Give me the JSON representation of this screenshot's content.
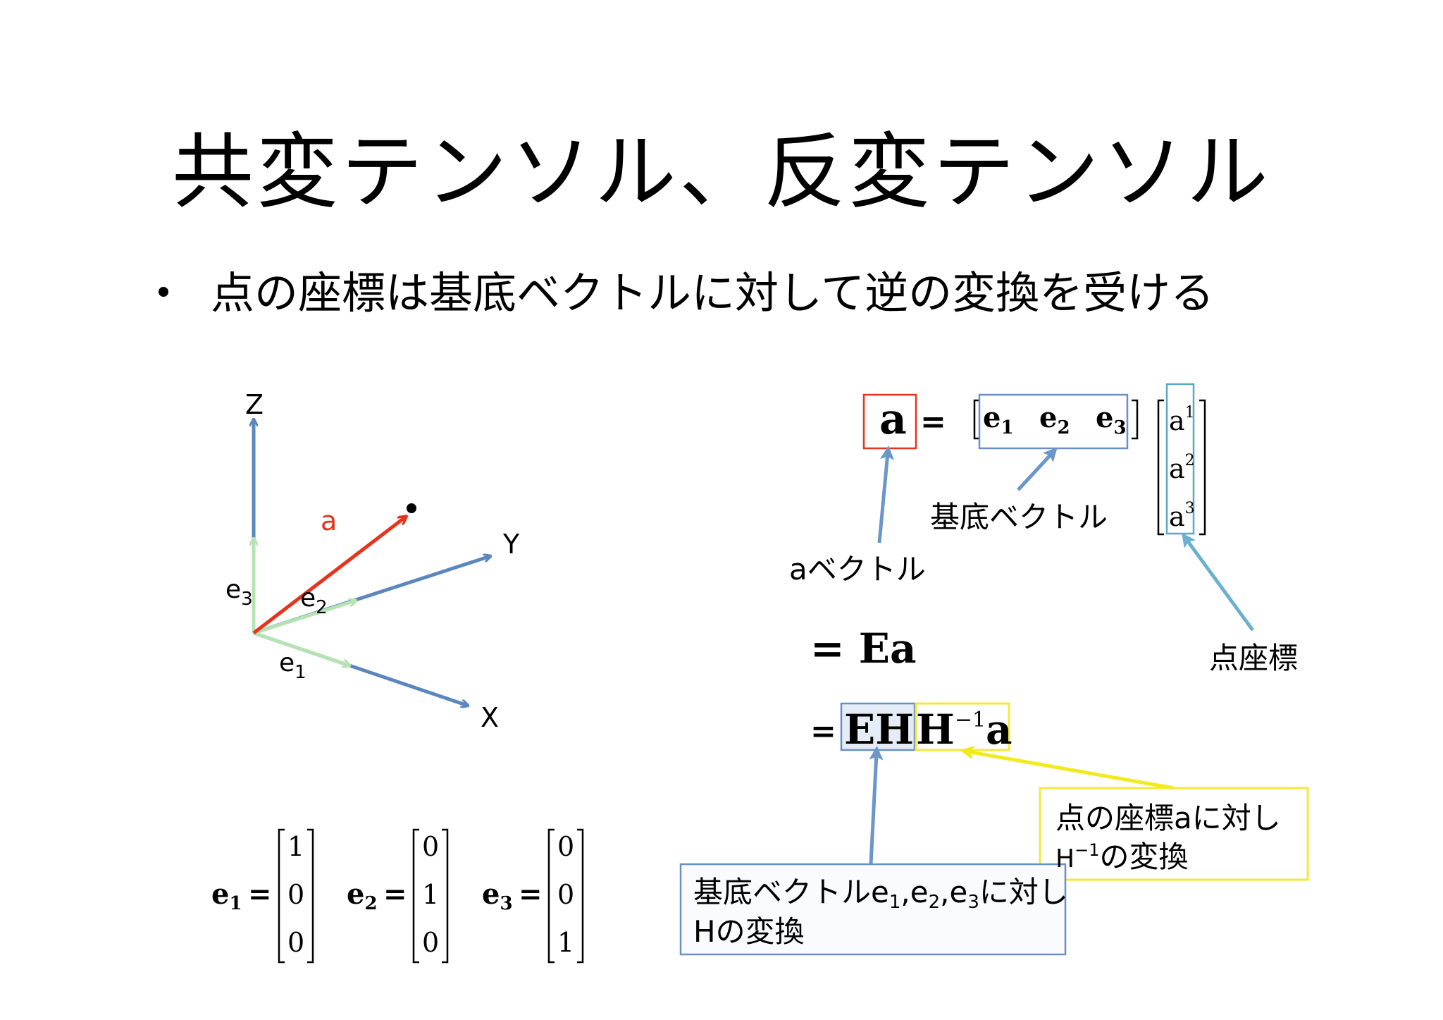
{
  "title": "共変テンソル、反変テンソル",
  "bullet": "点の座標は基底ベクトルに対して逆の変換を受ける",
  "axes": {
    "z": "Z",
    "y": "Y",
    "x": "X"
  },
  "vectors": {
    "a": "a",
    "e1": "e",
    "e1_sub": "1",
    "e2": "e",
    "e2_sub": "2",
    "e3": "e",
    "e3_sub": "3"
  },
  "basis_defs": [
    {
      "name": "e",
      "sub": "1",
      "eq": "=",
      "entries": [
        "1",
        "0",
        "0"
      ]
    },
    {
      "name": "e",
      "sub": "2",
      "eq": "=",
      "entries": [
        "0",
        "1",
        "0"
      ]
    },
    {
      "name": "e",
      "sub": "3",
      "eq": "=",
      "entries": [
        "0",
        "0",
        "1"
      ]
    }
  ],
  "equation": {
    "lhs": "a",
    "eq": "=",
    "basis_row": [
      {
        "name": "e",
        "sub": "1"
      },
      {
        "name": "e",
        "sub": "2"
      },
      {
        "name": "e",
        "sub": "3"
      }
    ],
    "coords": [
      {
        "name": "a",
        "sup": "1"
      },
      {
        "name": "a",
        "sup": "2"
      },
      {
        "name": "a",
        "sup": "3"
      }
    ],
    "line2": "= Ea",
    "line3_prefix": "=",
    "line3_eh": "EH",
    "line3_h": "H",
    "line3_sup": "−1",
    "line3_a": "a"
  },
  "labels": {
    "basis_vectors": "基底ベクトル",
    "a_vector": "aベクトル",
    "point_coords": "点座標"
  },
  "notes": {
    "yellow_line1": "点の座標aに対し",
    "yellow_line2_h": "H",
    "yellow_line2_sup": "−1",
    "yellow_line2_rest": "の変換",
    "blue_line1_prefix": "基底ベクトル",
    "blue_e": "e",
    "blue_subs": [
      "1",
      "2",
      "3"
    ],
    "blue_comma": ",",
    "blue_line1_suffix": "に対し",
    "blue_line2": "Hの変換"
  },
  "colors": {
    "axis_blue": "#5b87bf",
    "vector_red": "#e8331c",
    "basis_green": "#b6e3b2",
    "box_red": "#e8331c",
    "box_blue": "#6a8fc4",
    "box_teal": "#57a9c4",
    "box_yellow": "#f2ea3a",
    "arrow_blue": "#6a96c8",
    "arrow_teal": "#6ab1cf",
    "arrow_yellow": "#f2ea1a"
  }
}
